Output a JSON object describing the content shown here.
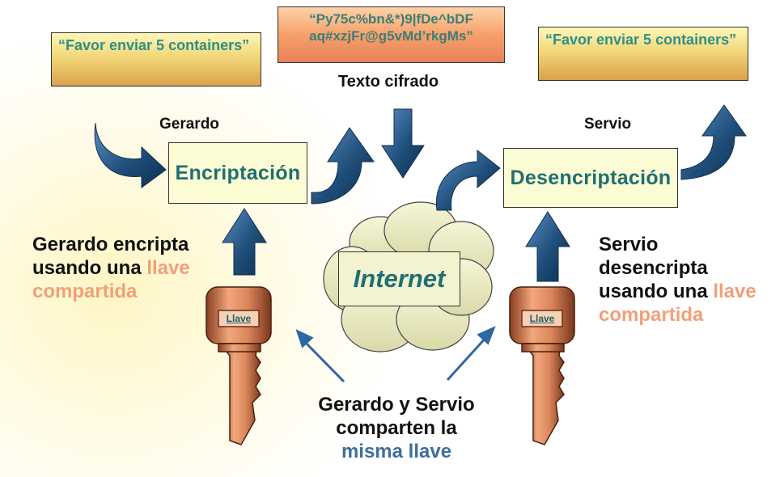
{
  "sender_message": "“Favor enviar 5 containers”",
  "receiver_message": "“Favor enviar 5 containers”",
  "ciphertext": "“Py75c%bn&*)9|fDe^bDF aq#xzjFr@g5vMd’rkgMs”",
  "ciphertext_label": "Texto cifrado",
  "sender_name": "Gerardo",
  "receiver_name": "Servio",
  "encrypt_label": "Encriptación",
  "decrypt_label": "Desencriptación",
  "network_label": "Internet",
  "key_label": "Llave",
  "left_note": {
    "line1": "Gerardo encripta",
    "line2_prefix": "usando una ",
    "line2_highlight": "llave",
    "line3_highlight": "compartida"
  },
  "right_note": {
    "line1": "Servio",
    "line2": "desencripta",
    "line3_prefix": "usando una ",
    "line3_highlight": "llave",
    "line4_highlight": "compartida"
  },
  "bottom_note": {
    "line1": "Gerardo y Servio",
    "line2": "comparten la",
    "line3_highlight": "misma llave"
  },
  "colors": {
    "arrow_fill": "#1f4e79",
    "key_fill": "#d98a5e",
    "teal_text": "#1f6f73",
    "highlight_orange": "#f0a07a",
    "highlight_blue": "#3f6f9a"
  }
}
